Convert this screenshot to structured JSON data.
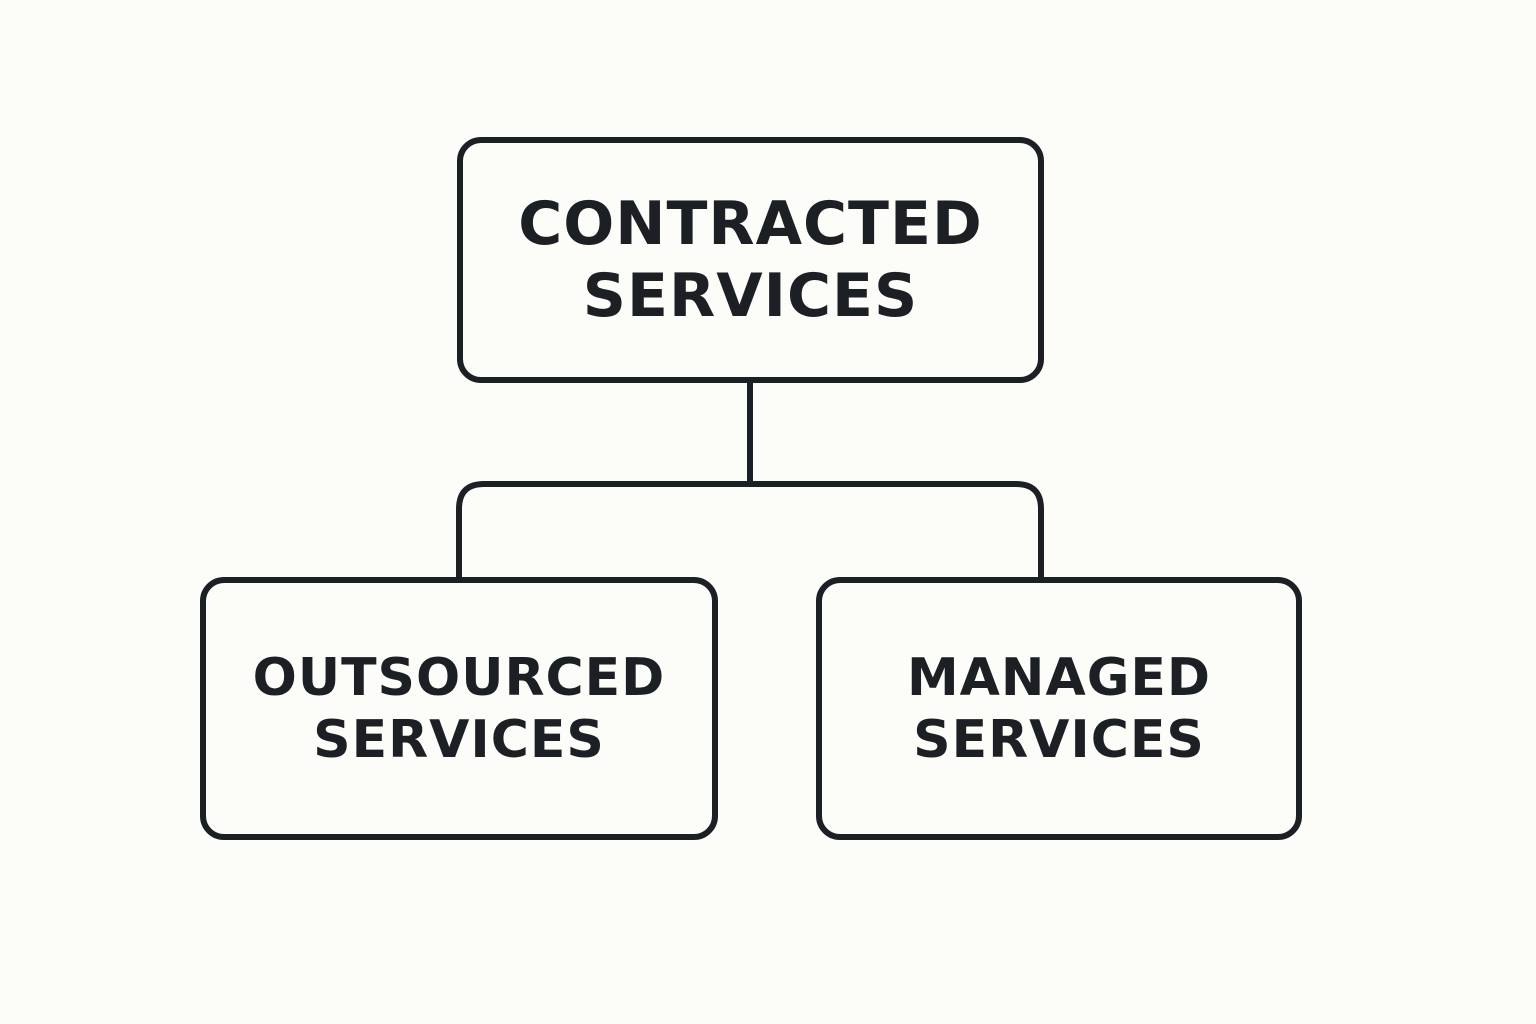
{
  "diagram": {
    "root": {
      "line1": "CONTRACTED",
      "line2": "SERVICES"
    },
    "children": [
      {
        "line1": "OUTSOURCED",
        "line2": "SERVICES"
      },
      {
        "line1": "MANAGED",
        "line2": "SERVICES"
      }
    ]
  },
  "colors": {
    "background": "#fcfcf9",
    "stroke": "#1c1f24",
    "text": "#1c1f24"
  }
}
